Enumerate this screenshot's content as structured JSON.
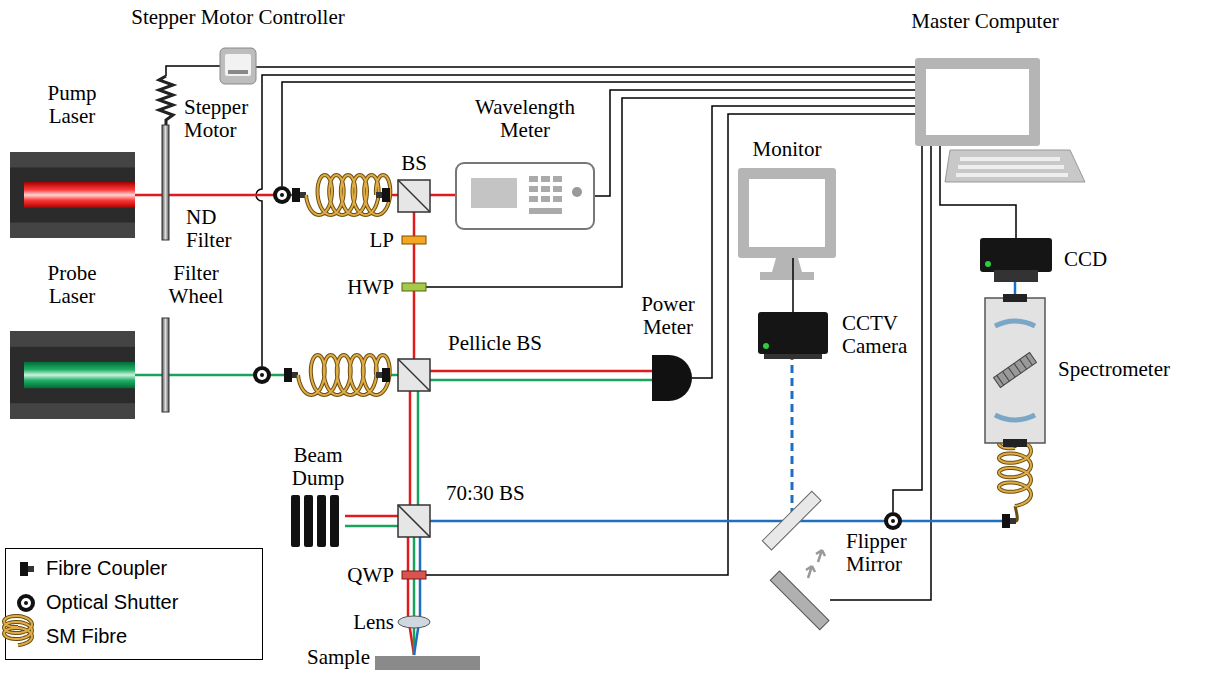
{
  "diagram": {
    "nodes": [
      {
        "text": [
          "Stepper Motor Controller"
        ]
      },
      {
        "text": [
          "Master Computer"
        ]
      },
      {
        "text": [
          "Pump Laser"
        ]
      },
      {
        "text": [
          "Wavelength Meter"
        ]
      },
      {
        "text": [
          "Probe Laser"
        ]
      },
      {
        "text": [
          "Power Meter"
        ]
      },
      {
        "text": [
          "Monitor"
        ]
      },
      {
        "text": [
          "CCTV Camera"
        ]
      },
      {
        "text": [
          "CCD"
        ]
      },
      {
        "text": [
          "Spectrometer"
        ]
      }
    ],
    "edges": [
      {
        "from": 1,
        "to": 0,
        "arrow": "none"
      },
      {
        "from": 1,
        "to": 3,
        "arrow": "none"
      },
      {
        "from": 1,
        "to": 5,
        "arrow": "none"
      },
      {
        "from": 1,
        "to": 8,
        "arrow": "none"
      },
      {
        "from": 6,
        "to": 7,
        "arrow": "none"
      },
      {
        "from": 9,
        "to": 8,
        "arrow": "none"
      }
    ],
    "labels": [
      "Stepper Motor",
      "BS",
      "ND Filter",
      "LP",
      "HWP",
      "Filter Wheel",
      "Pellicle BS",
      "Beam Dump",
      "70:30 BS",
      "Flipper Mirror",
      "QWP",
      "Lens",
      "Sample"
    ],
    "legend": [
      {
        "text": "Fibre Coupler"
      },
      {
        "text": "Optical Shutter"
      },
      {
        "text": "SM Fibre"
      }
    ]
  }
}
